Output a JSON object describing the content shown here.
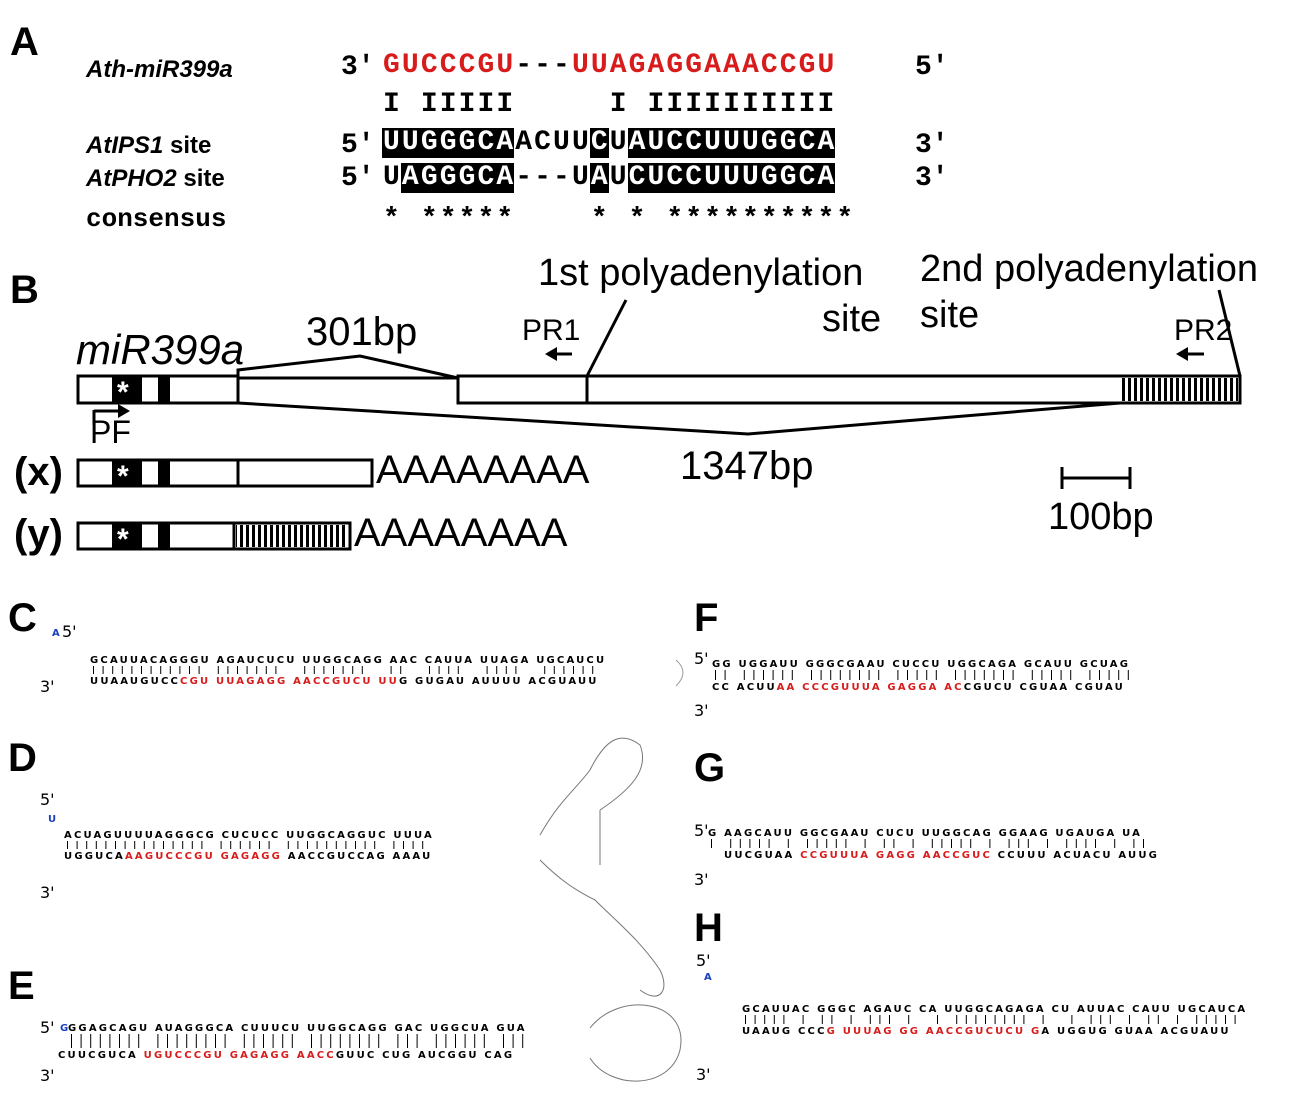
{
  "panels": {
    "a": "A",
    "b": "B",
    "c": "C",
    "d": "D",
    "e": "E",
    "f": "F",
    "g": "G",
    "h": "H"
  },
  "panel_a": {
    "mirna_name": "Ath-miR399a",
    "mirna_end3": "3'",
    "mirna_seq": "GUCCCGU---UUAGAGGAAACCGU",
    "mirna_end5": "5'",
    "pairing": "I IIIII     I IIIIIIIIII",
    "ips1_name": "AtIPS1",
    "ips1_suffix": " site",
    "ips1_end5": "5'",
    "ips1_seq": "UUGGGCAACUUCUAUCCUUUGGCA",
    "ips1_end3": "3'",
    "pho2_name": "AtPHO2",
    "pho2_suffix": " site",
    "pho2_end5": "5'",
    "pho2_seq": "UAGGGCA---UAUCUCCUUUGGCA",
    "pho2_end3": "3'",
    "consensus_label": "consensus",
    "consensus": "* *****    * * **********"
  },
  "panel_b": {
    "gene": "miR399a",
    "intron1": "301bp",
    "intron2": "1347bp",
    "pr1": "PR1",
    "pr2": "PR2",
    "pf": "PF",
    "site1_line1": "1st polyadenylation",
    "site1_line2": "site",
    "site2_line1": "2nd polyadenylation",
    "site2_line2": "site",
    "iso_x": "(x)",
    "iso_y": "(y)",
    "polya": "AAAAAAAA",
    "scale": "100bp",
    "star": "*"
  },
  "structures": {
    "five": "5'",
    "three": "3'",
    "c_top": "GCAUUACAGGGU AGAUCUCU UUGGCAGG AAC CAUUA UUAGA UGCAUCU",
    "c_bot": "UUAAUGUCCCGU UUAGAGG AACCGUCU UUG GUGAU AUUUU ACGUAUU",
    "d_top": "ACUAGUUUUAGGGCG CUCUCC UUGGCAGGUC UUUA",
    "d_bot": "UGGUCAAAGUCCCGU GAGAGG AACCGUCCAG AAAU",
    "e_top": "GGAGCAGU AUAGGGCA CUUUCU UUGGCAGG GAC UGGCUA GUA",
    "e_bot": "CUUCGUCA UGUCCCGU GAGAGG AACCGUUC CUG AUCGGU CAG",
    "f_top": "GG UGGAUU GGGCGAAU CUCCU UGGCAGA GCAUU GCUAG",
    "f_bot": "CC ACUUAA CCCGUUUA GAGGA ACCGUCU CGUAA CGUAU",
    "g_top": "G AAGCAUU GGCGAAU CUCU UUGGCAG GGAAG UGAUGA UA",
    "g_bot": "UUCGUAA CCGUUUA GAGG AACCGUC CCUUU ACUACU AUUG",
    "h_top": "GCAUUAC GGGC AGAUC CA UUGGCAGAGA CU AUUAC CAUU UGCAUCA",
    "h_bot": "UAAUG CCCG UUUAG GG AACCGUCUCU GA UGGUG GUAA ACGUAUU"
  },
  "colors": {
    "mirna_red": "#d81b1b",
    "site_highlight": "#000000",
    "start_blue": "#1a3fbf"
  }
}
